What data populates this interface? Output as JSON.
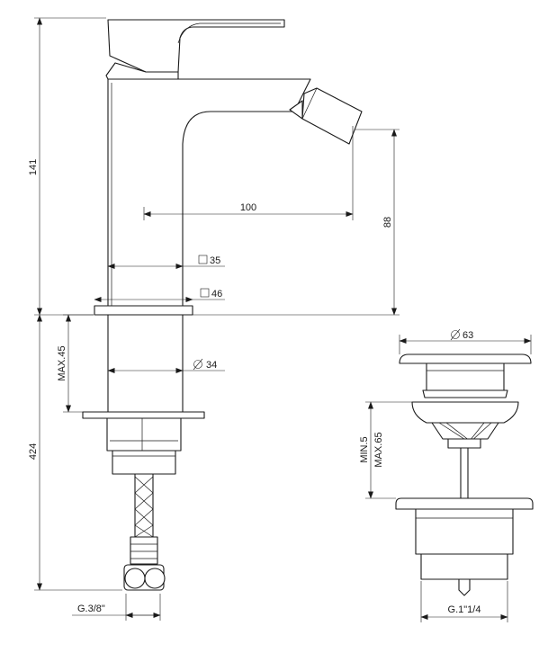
{
  "dimensions": {
    "overall_height": "141",
    "spout_reach": "100",
    "spout_height": "88",
    "body_square": "35",
    "base_square": "46",
    "max_deck": "MAX.45",
    "shank_diameter": "34",
    "hose_length": "424",
    "hose_connection": "G.3/8\"",
    "waste_diameter": "63",
    "waste_range_min": "MIN.5",
    "waste_range_max": "MAX.65",
    "waste_thread": "G.1\"1/4"
  },
  "symbols": {
    "square": "square-symbol",
    "diameter": "diameter-symbol"
  }
}
